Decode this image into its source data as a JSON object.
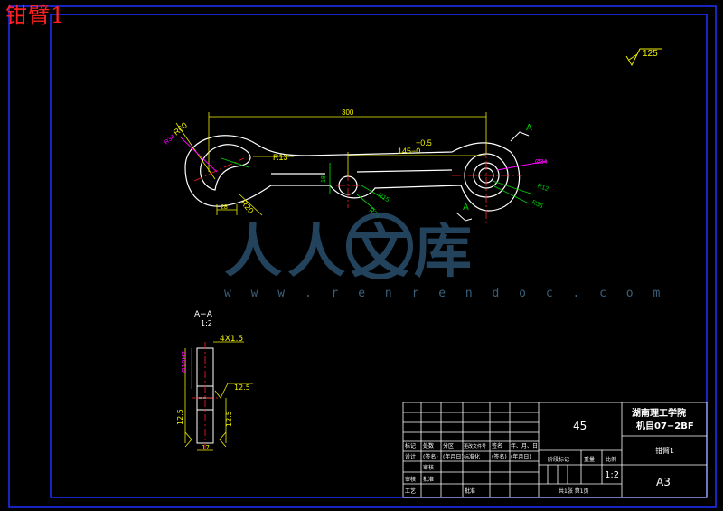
{
  "title": "钳臂1",
  "watermark": {
    "logo_text": "人人文库",
    "url": "w w w . r e n r e n d o c . c o m"
  },
  "roughness_top": "125",
  "dims": {
    "len300": "300",
    "tol": "+0.5",
    "len145": "145−0",
    "r60": "R60",
    "r34": "R34",
    "r13": "R13",
    "r20": "R20",
    "w28": "28",
    "v18": "18",
    "r15": "R15",
    "r25": "R25",
    "d34": "Ø34",
    "r12": "R12",
    "r35": "R35"
  },
  "section": {
    "label_a": "A",
    "title": "A−A",
    "scale": "1:2",
    "chamfer": "4X1.5",
    "hole": "Ø10H7",
    "rough": "12.5",
    "rough2": "12.5",
    "h125": "12.5",
    "w17": "17"
  },
  "titleblock": {
    "material": "45",
    "school": "湖南理工学院",
    "class_name": "机自07−2BF",
    "part": "钳臂1",
    "scale": "1:2",
    "size": "A3",
    "sheets": "共1张 第1页",
    "stage_mark": "阶段标记",
    "weight": "重量",
    "scale_label": "比例",
    "r1": [
      "标记",
      "处数",
      "分区",
      "更改文件号",
      "签名",
      "年、月、日"
    ],
    "r2": [
      "设计",
      "(签名)",
      "(年月日)",
      "标准化",
      "(签名)",
      "(年月日)"
    ],
    "audit": "审核",
    "process": "工艺",
    "approve": "批准",
    "checker": "审核"
  },
  "colors": {
    "yellow": "#f0f000",
    "white": "#ffffff",
    "green": "#00d000",
    "magenta": "#ff00ff",
    "blue": "#2030ff",
    "red": "#ff2020"
  }
}
